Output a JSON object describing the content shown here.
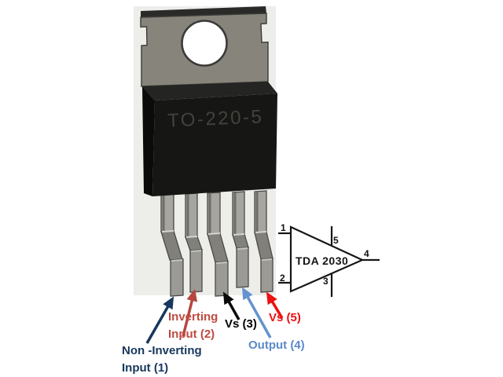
{
  "diagram": {
    "package_marking": "TO-220-5",
    "opamp": {
      "device_name": "TDA 2030",
      "pin_numbers": {
        "p1": "1",
        "p2": "2",
        "p3": "3",
        "p4": "4",
        "p5": "5"
      }
    },
    "pin_labels": {
      "pin1": {
        "line1": "Non -Inverting",
        "line2": "Input (1)",
        "color": "#17375d"
      },
      "pin2": {
        "line1": "Inverting",
        "line2": "Input (2)",
        "color": "#bf4a42"
      },
      "pin3": {
        "text": "Vs (3)",
        "color": "#000000"
      },
      "pin4": {
        "text": "Output (4)",
        "color": "#5b8ac9"
      },
      "pin5": {
        "text": "Vs (5)",
        "color": "#ee1111"
      }
    },
    "colors": {
      "backdrop": "#ededea",
      "metal_tab": "#87847b",
      "plastic_body": "#161614",
      "pin_metal": "#a6a5a0",
      "arrow_pin1": "#17375d",
      "arrow_pin2": "#b5473f",
      "arrow_pin3": "#0a0a0a",
      "arrow_pin4": "#6493cf",
      "arrow_pin5": "#ee1111"
    }
  }
}
